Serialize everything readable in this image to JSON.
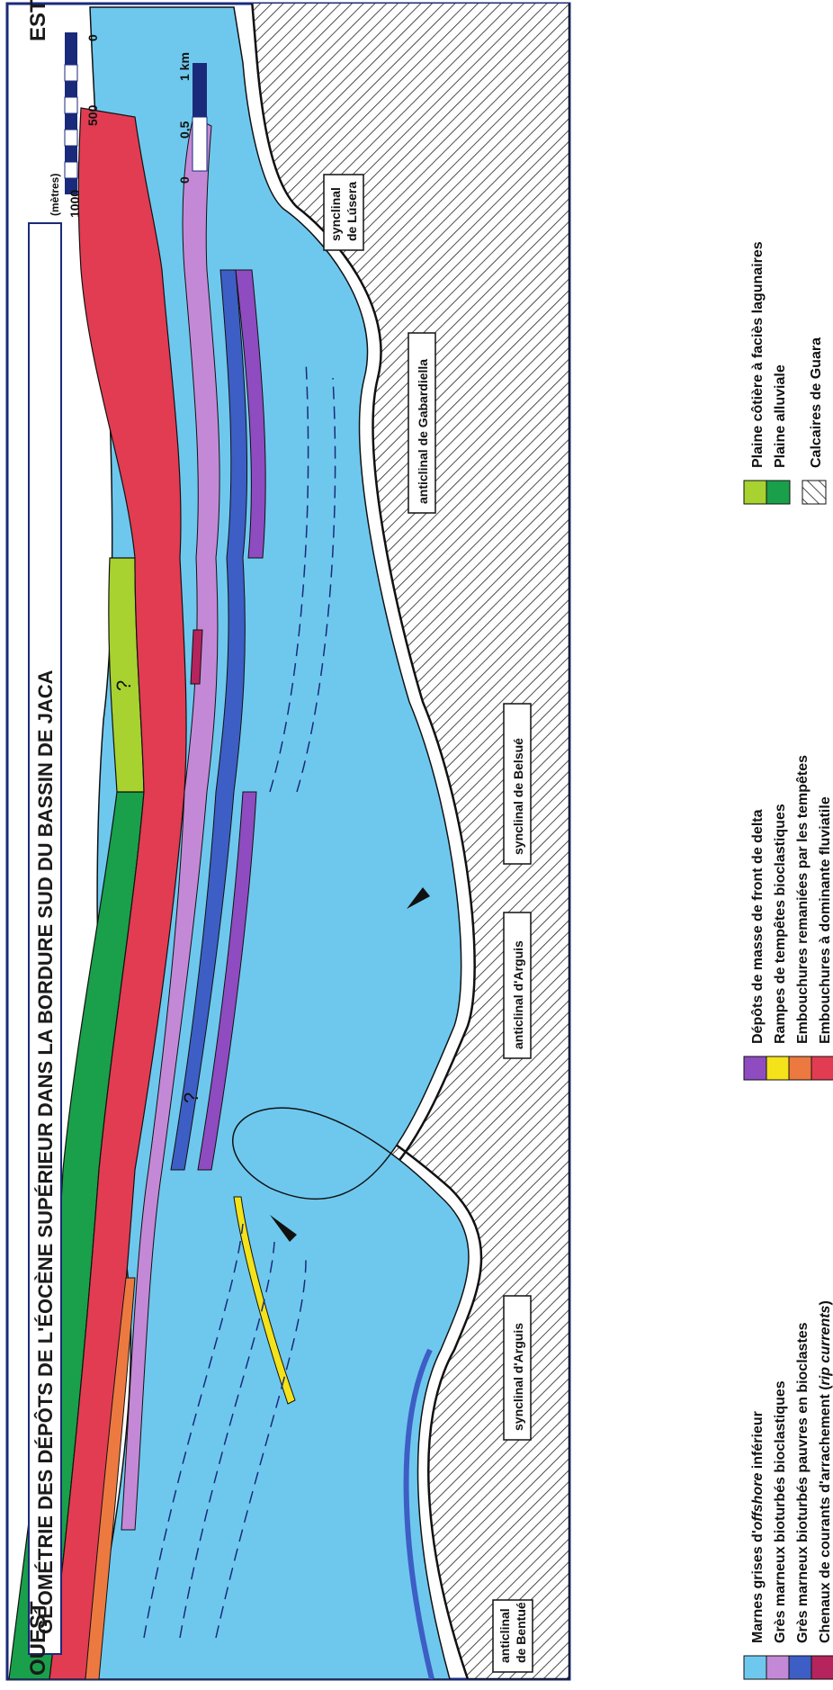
{
  "title": "GÉOMÉTRIE DES DÉPÔTS DE L'ÉOCÈNE SUPÉRIEUR DANS LA BORDURE SUD DU BASSIN DE JACA",
  "directions": {
    "west": "OUEST",
    "east": "EST"
  },
  "structures": {
    "bentue": [
      "anticlinal",
      "de Bentué"
    ],
    "syn_arguis": "synclinal d'Arguis",
    "anti_arguis": "anticlinal d'Arguis",
    "belsue": "synclinal de Belsué",
    "gabardiella": "anticlinal de Gabardiella",
    "lusera": [
      "synclinal",
      "de Lúsera"
    ]
  },
  "scales": {
    "vertical": {
      "unit": "(mètres)",
      "labels": [
        "1000",
        "500",
        "0"
      ]
    },
    "horizontal": {
      "unit": "1 km",
      "labels": [
        "0",
        "0,5"
      ]
    }
  },
  "question_mark": "?",
  "legend": {
    "col1": [
      {
        "pre": "Marnes grises d'",
        "em": "offshore",
        "post": " inférieur",
        "color": "#6ec8ee"
      },
      {
        "pre": "Grès marneux bioturbés bioclastiques",
        "em": "",
        "post": "",
        "color": "#c489d6"
      },
      {
        "pre": "Grès marneux bioturbés pauvres en bioclastes",
        "em": "",
        "post": "",
        "color": "#3d5ec4"
      },
      {
        "pre": "Chenaux de courants d'arrachement (",
        "em": "rip currents",
        "post": ")",
        "color": "#b5245c"
      }
    ],
    "col2": [
      {
        "pre": "Dépôts de masse de front de delta",
        "em": "",
        "post": "",
        "color": "#8e4cc0"
      },
      {
        "pre": "Rampes de tempêtes bioclastiques",
        "em": "",
        "post": "",
        "color": "#f4e21a"
      },
      {
        "pre": "Embouchures remaniées par les tempêtes",
        "em": "",
        "post": "",
        "color": "#ec7a40"
      },
      {
        "pre": "Embouchures à dominante fluviatile",
        "em": "",
        "post": "",
        "color": "#e23c52"
      }
    ],
    "col3": [
      {
        "pre": "Plaine côtière à faciès lagunaires",
        "em": "",
        "post": "",
        "color": "#a8d230"
      },
      {
        "pre": "Plaine alluviale",
        "em": "",
        "post": "",
        "color": "#1aa04a"
      },
      {
        "pre": "Calcaires de Guara",
        "em": "",
        "post": "",
        "color": "hatch"
      }
    ]
  },
  "colors": {
    "frame": "#1a2a7a",
    "offshore": "#6ec8ee",
    "bio": "#c489d6",
    "poor": "#3d5ec4",
    "rip": "#b5245c",
    "delta": "#8e4cc0",
    "ramp": "#f4e21a",
    "storm": "#ec7a40",
    "fluvial": "#e23c52",
    "lagoon": "#a8d230",
    "alluvial": "#1aa04a"
  }
}
